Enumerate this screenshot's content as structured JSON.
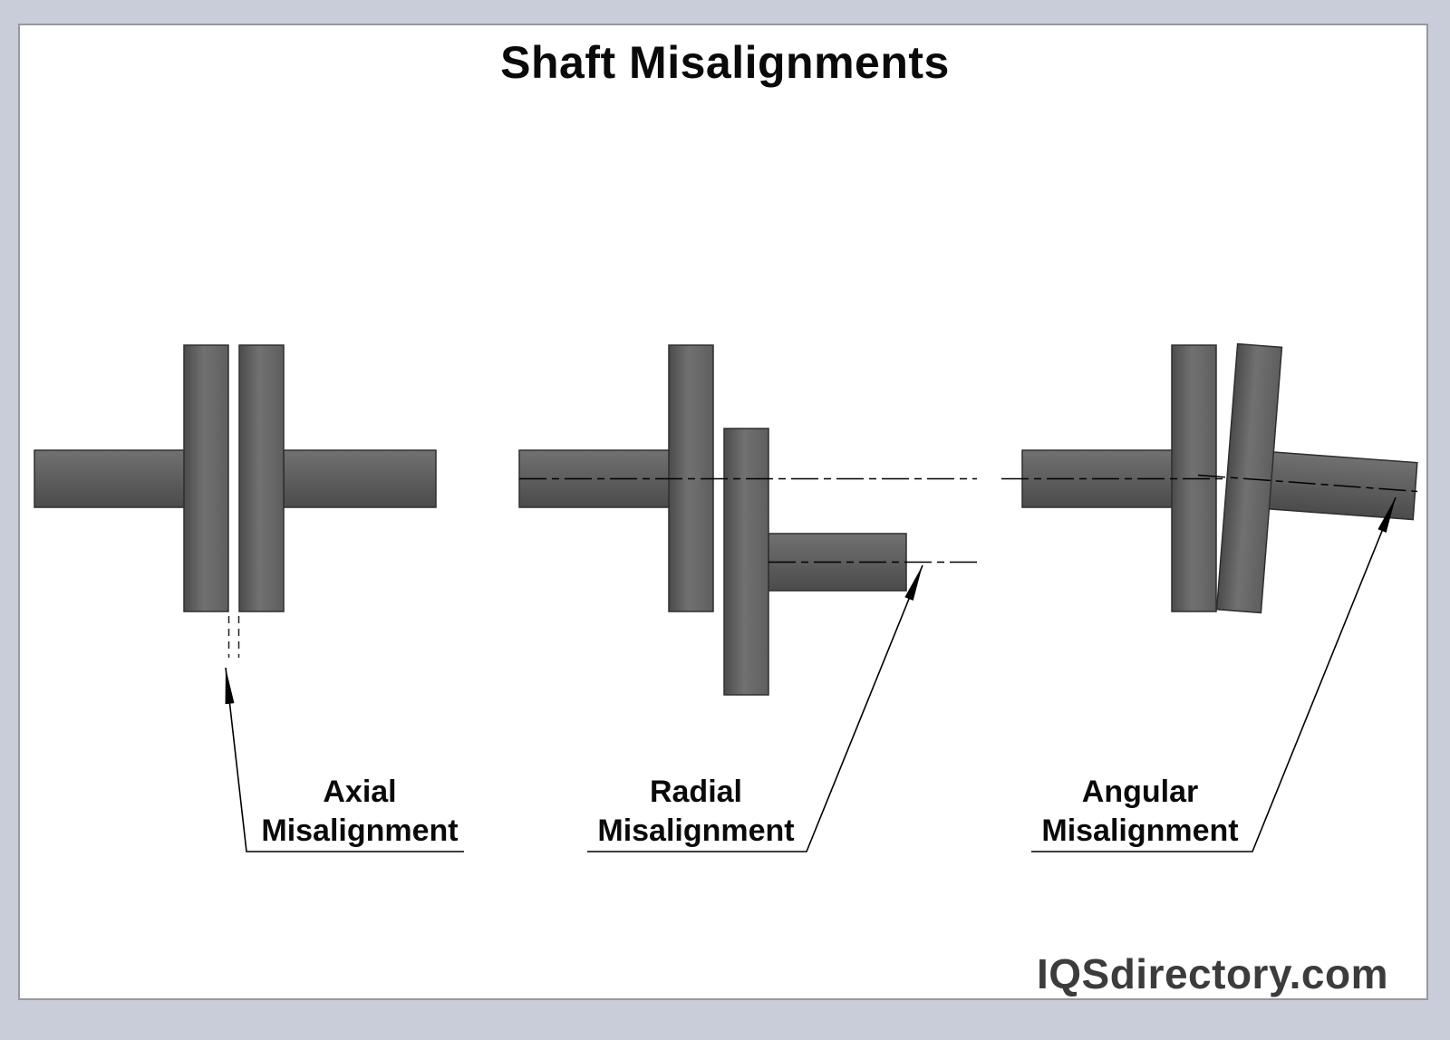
{
  "page": {
    "title": "Shaft Misalignments",
    "watermark": "IQSdirectory.com"
  },
  "labels": {
    "axial": {
      "line1": "Axial",
      "line2": "Misalignment"
    },
    "radial": {
      "line1": "Radial",
      "line2": "Misalignment"
    },
    "angular": {
      "line1": "Angular",
      "line2": "Misalignment"
    }
  },
  "colors": {
    "shaft_light": "#717171",
    "shaft_mid": "#5e5e5e",
    "shaft_dark": "#4b4b4b",
    "outline": "#2e2e2e",
    "frame": "#c9cdd9",
    "content_background": "#ffffff",
    "line": "#000000",
    "text": "#0a0a0a",
    "watermark_text": "#3c3c3c"
  }
}
